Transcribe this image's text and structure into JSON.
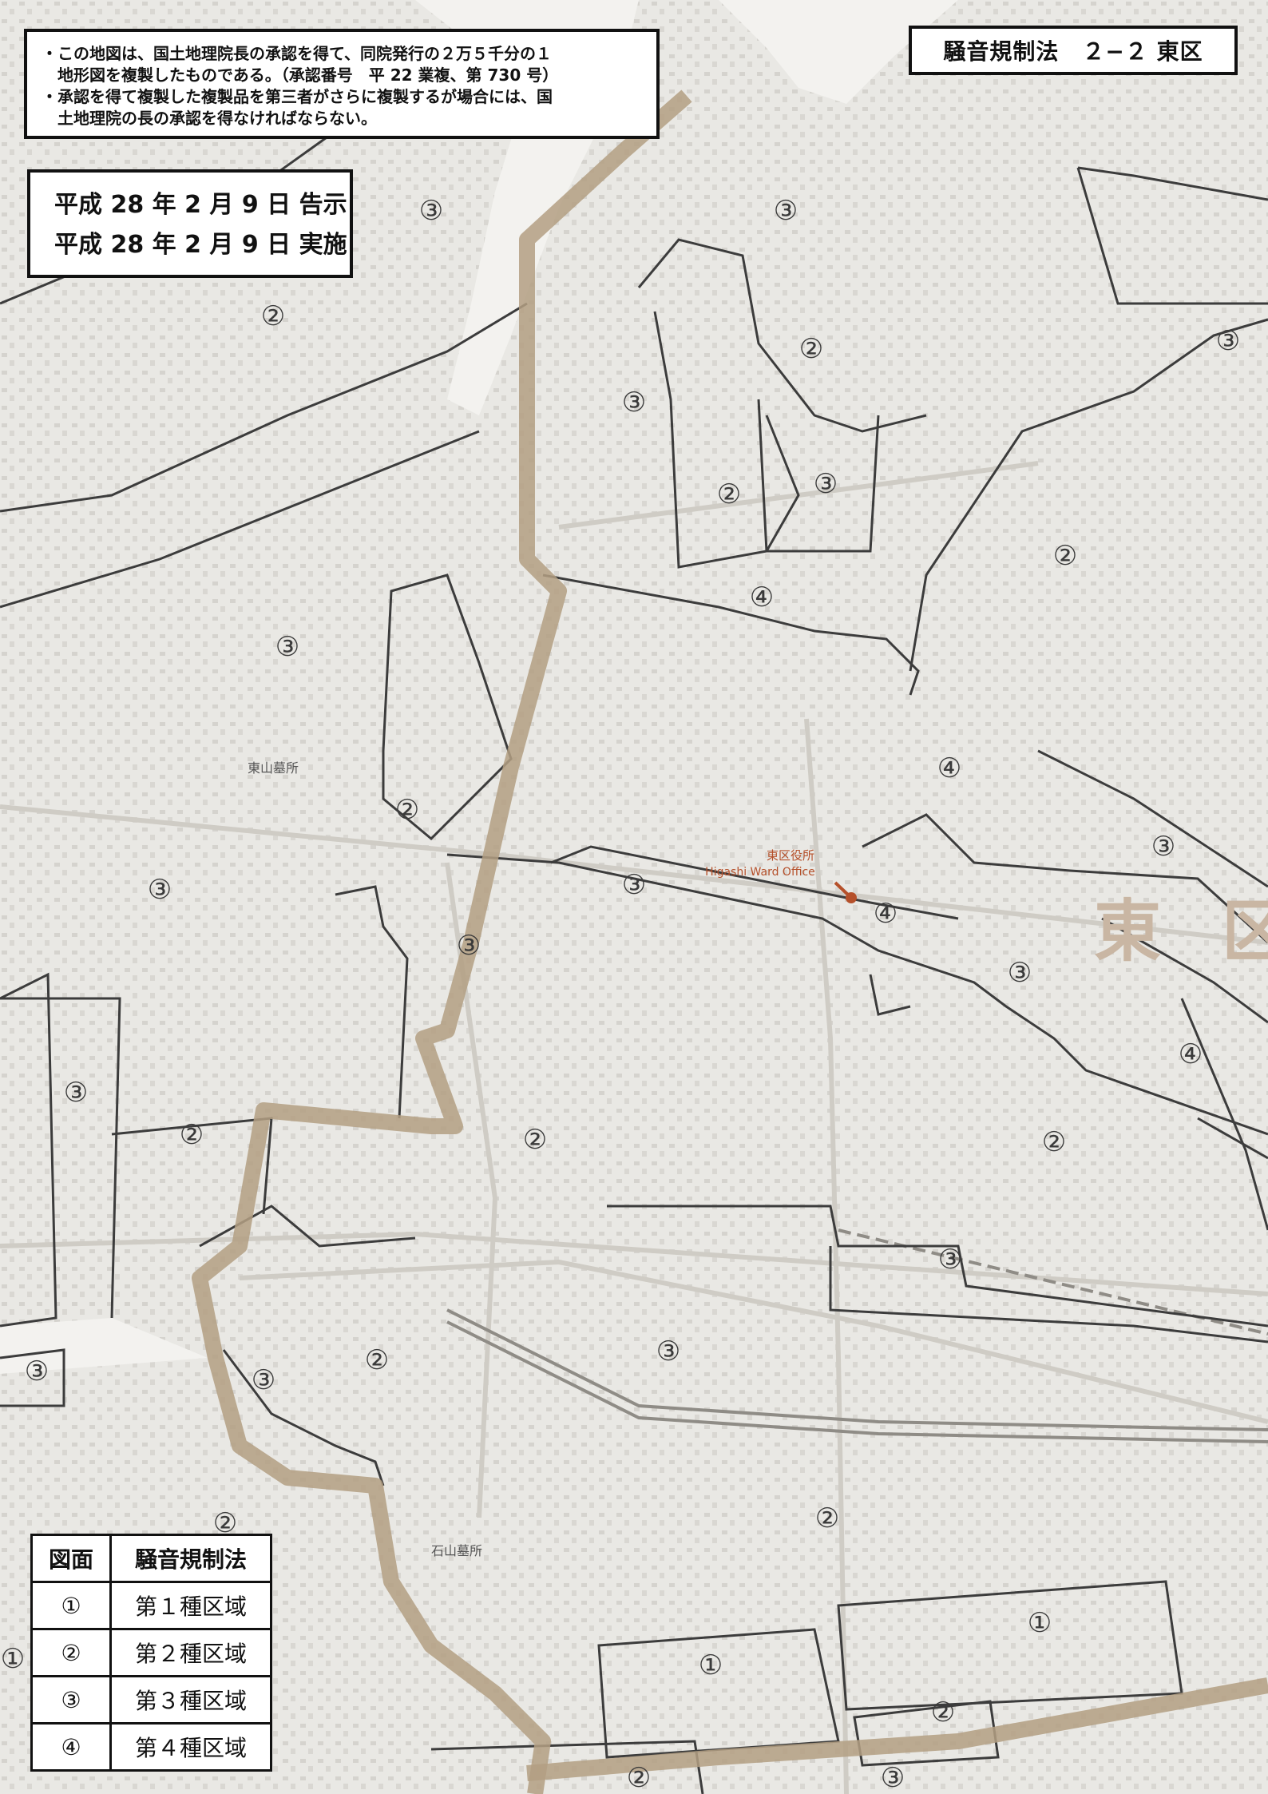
{
  "header": {
    "note_lines": [
      "・この地図は、国土地理院長の承認を得て、同院発行の２万５千分の１",
      "　地形図を複製したものである。（承認番号　平 22 業複、第 730 号）",
      "・承認を得て複製した複製品を第三者がさらに複製するが場合には、国",
      "　土地理院の長の承認を得なければならない。"
    ],
    "title": "騒音規制法　２−２ 東区",
    "date_notice": "平成 28 年 2 月 9 日 告示",
    "date_effective": "平成 28 年 2 月 9 日 実施"
  },
  "legend": {
    "col1_header": "図面",
    "col2_header": "騒音規制法",
    "rows": [
      {
        "symbol": "①",
        "label": "第１種区域"
      },
      {
        "symbol": "②",
        "label": "第２種区域"
      },
      {
        "symbol": "③",
        "label": "第３種区域"
      },
      {
        "symbol": "④",
        "label": "第４種区域"
      }
    ]
  },
  "map": {
    "ward_office_jp": "東区役所",
    "ward_office_en": "Higashi Ward Office",
    "ward_label_1": "東",
    "ward_label_2": "区",
    "place_label_1": "東山墓所",
    "place_label_2": "石山墓所",
    "zone_markers": [
      "①",
      "②",
      "③",
      "④"
    ]
  },
  "colors": {
    "background": "#ecebe8",
    "boundary_band": "#b39f83",
    "zone_line": "#3c3c3c",
    "ward_office": "#b5502a",
    "ward_label": "#c9b6a3"
  }
}
